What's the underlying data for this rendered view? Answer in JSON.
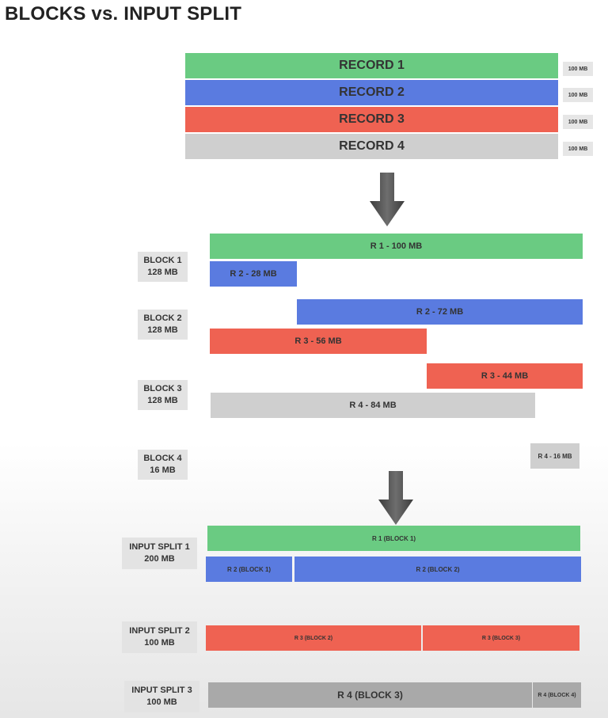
{
  "title": "BLOCKS vs. INPUT SPLIT",
  "records": [
    {
      "label": "RECORD 1",
      "size": "100 MB"
    },
    {
      "label": "RECORD 2",
      "size": "100 MB"
    },
    {
      "label": "RECORD 3",
      "size": "100 MB"
    },
    {
      "label": "RECORD 4",
      "size": "100 MB"
    }
  ],
  "blocks": [
    {
      "name": "BLOCK 1",
      "size": "128 MB",
      "segments": [
        "R 1 - 100 MB",
        "R 2 - 28 MB"
      ]
    },
    {
      "name": "BLOCK 2",
      "size": "128 MB",
      "segments": [
        "R 2 - 72 MB",
        "R 3 - 56 MB"
      ]
    },
    {
      "name": "BLOCK 3",
      "size": "128 MB",
      "segments": [
        "R 3 - 44 MB",
        "R 4 - 84 MB"
      ]
    },
    {
      "name": "BLOCK 4",
      "size": "16 MB",
      "segments": [
        "R 4 - 16 MB"
      ]
    }
  ],
  "input_splits": [
    {
      "name": "INPUT SPLIT 1",
      "size": "200 MB",
      "segments": [
        "R 1 (BLOCK 1)",
        "R 2 (BLOCK 1)",
        "R 2 (BLOCK 2)"
      ]
    },
    {
      "name": "INPUT SPLIT 2",
      "size": "100 MB",
      "segments": [
        "R 3 (BLOCK 2)",
        "R 3 (BLOCK 3)"
      ]
    },
    {
      "name": "INPUT SPLIT 3",
      "size": "100 MB",
      "segments": [
        "R 4 (BLOCK 3)",
        "R 4 (BLOCK 4)"
      ]
    }
  ],
  "colors": {
    "record1": "#6acb82",
    "record2": "#5a7be0",
    "record3": "#ef6252",
    "record4": "#cfcfcf"
  }
}
